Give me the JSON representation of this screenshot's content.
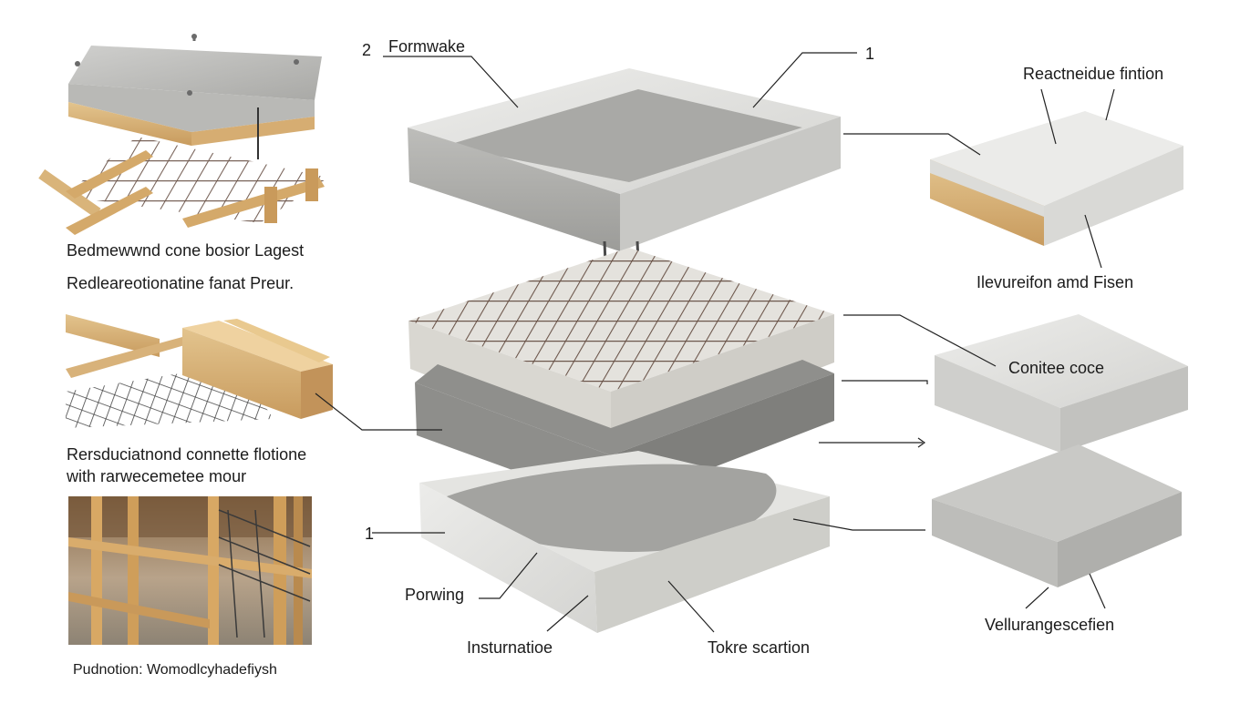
{
  "labels": {
    "formwork_num": "2",
    "formwork": "Formwake",
    "top_num": "1",
    "reinforcement_title": "Reactneidue fintion",
    "reinforcement_fixing": "Ilevureifon amd Fisen",
    "concrete_core": "Conitee coce",
    "left_num": "1",
    "pouring": "Porwing",
    "insulation": "Insturnatioe",
    "total_section": "Tokre scartion",
    "leveling_section": "Vellurangescefien"
  },
  "left_panel": {
    "caption1_line1": "Bedmewwnd cone bosior Lagest",
    "caption1_line2": "Redleareotionatine fanat Preur.",
    "caption2_line1": "Rersduciatnond connette flotione",
    "caption2_line2": "with rarwecemetee mour",
    "caption3": "Pudnotion: Womodlcyhadefiysh"
  }
}
